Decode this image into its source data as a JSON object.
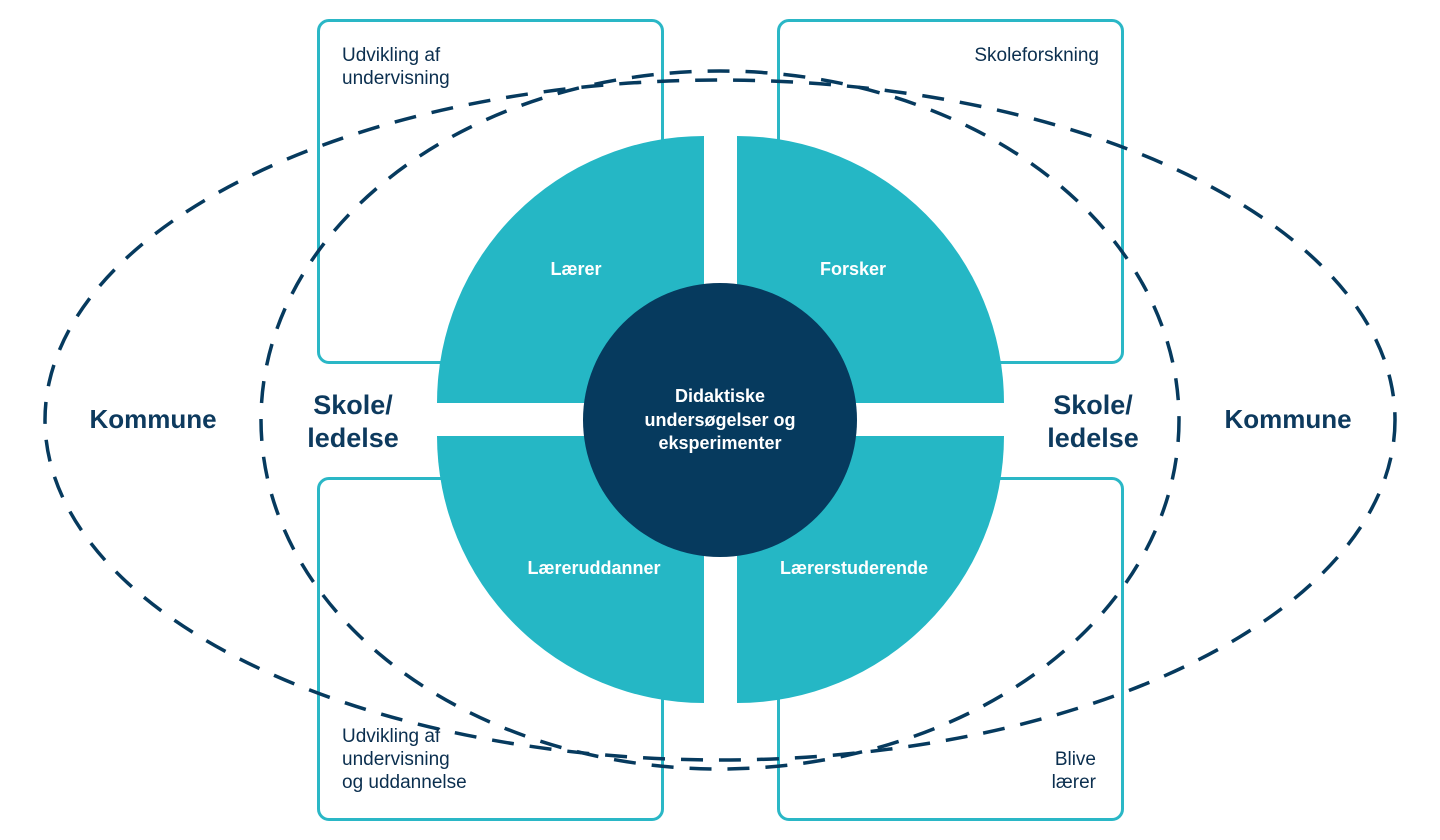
{
  "colors": {
    "teal": "#25b7c5",
    "navy": "#063a5e",
    "box_border": "#2ab7c6",
    "text_dark": "#0b2f4f",
    "white": "#ffffff"
  },
  "rings": {
    "outer_left_label": "Kommune",
    "outer_right_label": "Kommune",
    "inner_left_label": "Skole/\nledelse",
    "inner_right_label": "Skole/\nledelse"
  },
  "boxes": {
    "top_left": "Udvikling af\nundervisning",
    "top_right": "Skoleforskning",
    "bottom_left": "Udvikling af\nundervisning\nog uddannelse",
    "bottom_right": "Blive\nlærer"
  },
  "quadrants": {
    "top_left": "Lærer",
    "top_right": "Forsker",
    "bottom_left": "Læreruddanner",
    "bottom_right": "Lærerstuderende"
  },
  "center": {
    "line1": "Didaktiske",
    "line2": "undersøgelser og",
    "line3": "eksperimenter"
  }
}
